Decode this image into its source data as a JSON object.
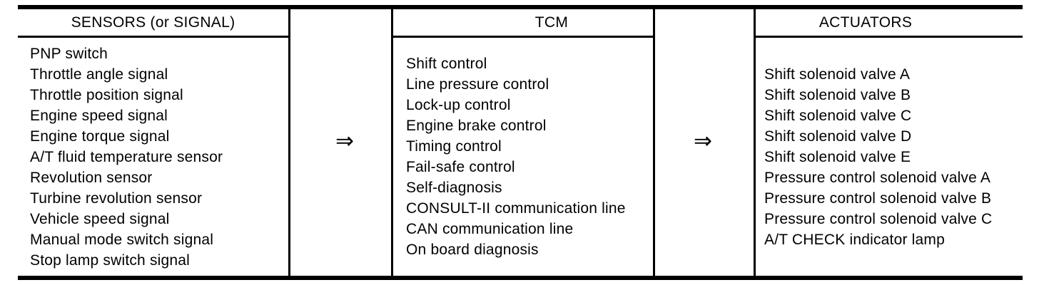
{
  "diagram": {
    "columns": [
      {
        "id": "sensors",
        "header": "SENSORS (or SIGNAL)",
        "items": [
          "PNP switch",
          "Throttle angle signal",
          "Throttle position signal",
          "Engine speed signal",
          "Engine torque signal",
          "A/T fluid temperature sensor",
          "Revolution sensor",
          "Turbine revolution sensor",
          "Vehicle speed signal",
          "Manual mode switch signal",
          "Stop lamp switch signal"
        ]
      },
      {
        "id": "tcm",
        "header": "TCM",
        "items": [
          "Shift control",
          "Line pressure control",
          "Lock-up control",
          "Engine brake control",
          "Timing control",
          "Fail-safe control",
          "Self-diagnosis",
          "CONSULT-II communication line",
          "CAN communication line",
          "On board diagnosis"
        ]
      },
      {
        "id": "actuators",
        "header": "ACTUATORS",
        "items": [
          "Shift solenoid valve A",
          "Shift solenoid valve B",
          "Shift solenoid valve C",
          "Shift solenoid valve D",
          "Shift solenoid valve E",
          "Pressure control solenoid valve A",
          "Pressure control solenoid valve B",
          "Pressure control solenoid valve C",
          "A/T CHECK indicator lamp"
        ]
      }
    ],
    "arrows": {
      "sensors_to_tcm": "⇒",
      "tcm_to_actuators": "⇒"
    },
    "colors": {
      "ink": "#000000",
      "background": "#ffffff"
    }
  }
}
